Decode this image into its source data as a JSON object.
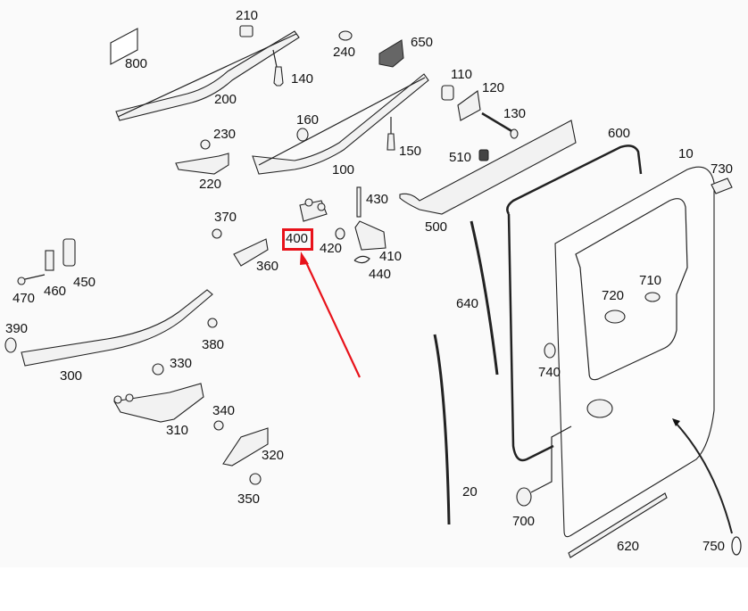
{
  "diagram": {
    "title": "Sliding door assembly parts diagram",
    "highlight_color": "#e8121a",
    "highlighted_part": "400",
    "parts": [
      {
        "id": "p10",
        "label": "10",
        "name": "door-panel"
      },
      {
        "id": "p20",
        "label": "20",
        "name": "door-seal-strip"
      },
      {
        "id": "p100",
        "label": "100",
        "name": "upper-guide-rail"
      },
      {
        "id": "p110",
        "label": "110",
        "name": "clip"
      },
      {
        "id": "p120",
        "label": "120",
        "name": "plate"
      },
      {
        "id": "p130",
        "label": "130",
        "name": "long-bolt"
      },
      {
        "id": "p140",
        "label": "140",
        "name": "screw"
      },
      {
        "id": "p150",
        "label": "150",
        "name": "screw"
      },
      {
        "id": "p160",
        "label": "160",
        "name": "grommet"
      },
      {
        "id": "p200",
        "label": "200",
        "name": "center-guide-rail"
      },
      {
        "id": "p210",
        "label": "210",
        "name": "end-stop"
      },
      {
        "id": "p220",
        "label": "220",
        "name": "bracket"
      },
      {
        "id": "p230",
        "label": "230",
        "name": "screw"
      },
      {
        "id": "p240",
        "label": "240",
        "name": "grommet"
      },
      {
        "id": "p300",
        "label": "300",
        "name": "lower-guide-rail"
      },
      {
        "id": "p310",
        "label": "310",
        "name": "lower-roller-arm"
      },
      {
        "id": "p320",
        "label": "320",
        "name": "bracket"
      },
      {
        "id": "p330",
        "label": "330",
        "name": "screw"
      },
      {
        "id": "p340",
        "label": "340",
        "name": "screw"
      },
      {
        "id": "p350",
        "label": "350",
        "name": "bolt"
      },
      {
        "id": "p360",
        "label": "360",
        "name": "bracket"
      },
      {
        "id": "p370",
        "label": "370",
        "name": "screw"
      },
      {
        "id": "p380",
        "label": "380",
        "name": "screw"
      },
      {
        "id": "p390",
        "label": "390",
        "name": "grommet"
      },
      {
        "id": "p400",
        "label": "400",
        "name": "upper-roller-carriage"
      },
      {
        "id": "p410",
        "label": "410",
        "name": "hinge-bracket"
      },
      {
        "id": "p420",
        "label": "420",
        "name": "screw"
      },
      {
        "id": "p430",
        "label": "430",
        "name": "pin"
      },
      {
        "id": "p440",
        "label": "440",
        "name": "clip"
      },
      {
        "id": "p450",
        "label": "450",
        "name": "striker-plate"
      },
      {
        "id": "p460",
        "label": "460",
        "name": "striker"
      },
      {
        "id": "p470",
        "label": "470",
        "name": "screw"
      },
      {
        "id": "p500",
        "label": "500",
        "name": "trim-strip"
      },
      {
        "id": "p510",
        "label": "510",
        "name": "nut"
      },
      {
        "id": "p600",
        "label": "600",
        "name": "door-frame-seal"
      },
      {
        "id": "p620",
        "label": "620",
        "name": "lower-trim-strip"
      },
      {
        "id": "p640",
        "label": "640",
        "name": "seal-strip"
      },
      {
        "id": "p650",
        "label": "650",
        "name": "cover"
      },
      {
        "id": "p700",
        "label": "700",
        "name": "plug"
      },
      {
        "id": "p710",
        "label": "710",
        "name": "clip"
      },
      {
        "id": "p720",
        "label": "720",
        "name": "clip"
      },
      {
        "id": "p730",
        "label": "730",
        "name": "buffer"
      },
      {
        "id": "p740",
        "label": "740",
        "name": "clip"
      },
      {
        "id": "p750",
        "label": "750",
        "name": "plug"
      },
      {
        "id": "p800",
        "label": "800",
        "name": "label-sticker"
      }
    ]
  }
}
